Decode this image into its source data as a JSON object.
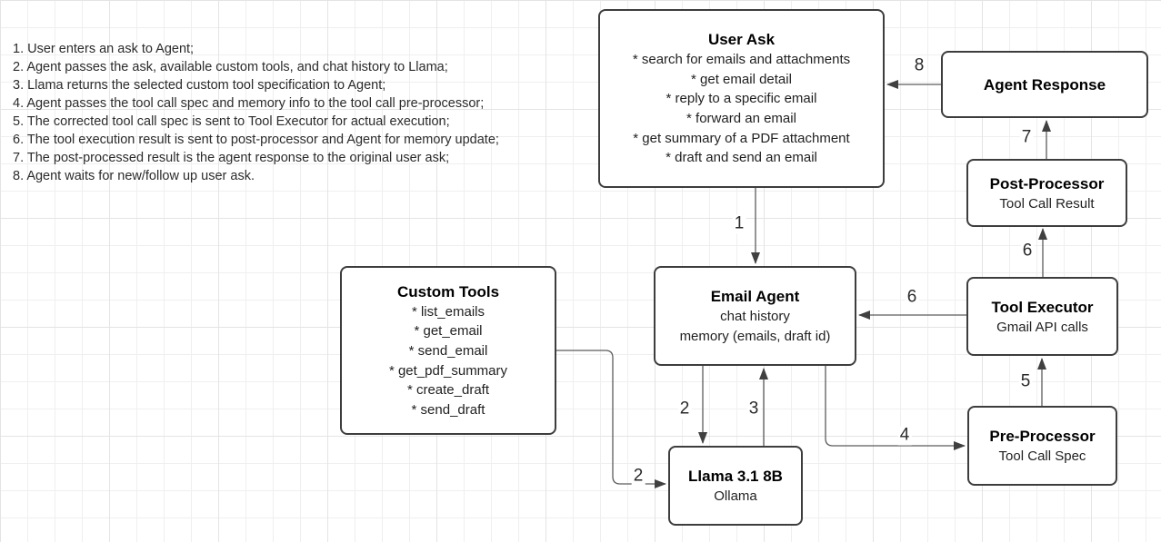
{
  "steps": {
    "items": [
      "1. User enters an ask to Agent;",
      "2. Agent passes the ask, available custom tools, and chat history to Llama;",
      "3. Llama returns the selected custom tool specification to Agent;",
      "4. Agent passes the tool call spec and memory info to the tool call pre-processor;",
      "5. The corrected tool call spec is sent to Tool Executor for actual execution;",
      "6. The tool execution result is sent to post-processor and Agent for memory update;",
      "7. The post-processed result is the agent response to the original user ask;",
      "8. Agent waits for new/follow up user ask."
    ]
  },
  "boxes": {
    "user_ask": {
      "title": "User Ask",
      "items": [
        "* search for emails and attachments",
        "* get email detail",
        "* reply to a specific email",
        "* forward an email",
        "* get summary of a PDF attachment",
        "* draft and send an email"
      ]
    },
    "agent_response": {
      "title": "Agent Response"
    },
    "post_processor": {
      "title": "Post-Processor",
      "subtitle": "Tool Call Result"
    },
    "tool_executor": {
      "title": "Tool Executor",
      "subtitle": "Gmail API calls"
    },
    "pre_processor": {
      "title": "Pre-Processor",
      "subtitle": "Tool Call Spec"
    },
    "email_agent": {
      "title": "Email Agent",
      "items": [
        "chat history",
        "memory (emails, draft id)"
      ]
    },
    "custom_tools": {
      "title": "Custom Tools",
      "items": [
        "* list_emails",
        "* get_email",
        "* send_email",
        "* get_pdf_summary",
        "* create_draft",
        "* send_draft"
      ]
    },
    "llama": {
      "title": "Llama 3.1 8B",
      "subtitle": "Ollama"
    }
  },
  "arrow_labels": {
    "step1": "1",
    "step2_agent_to_llama": "2",
    "step2_tools_to_llama": "2",
    "step3": "3",
    "step4": "4",
    "step5": "5",
    "step6_to_agent": "6",
    "step6_to_post": "6",
    "step7": "7",
    "step8": "8"
  },
  "colors": {
    "box_border": "#3d3d3d",
    "connector": "#5c5c5c",
    "arrowhead": "#404040",
    "grid_minor": "#efefef",
    "grid_major": "#e4e4e4",
    "text": "#1f1f1f",
    "background": "#ffffff"
  }
}
